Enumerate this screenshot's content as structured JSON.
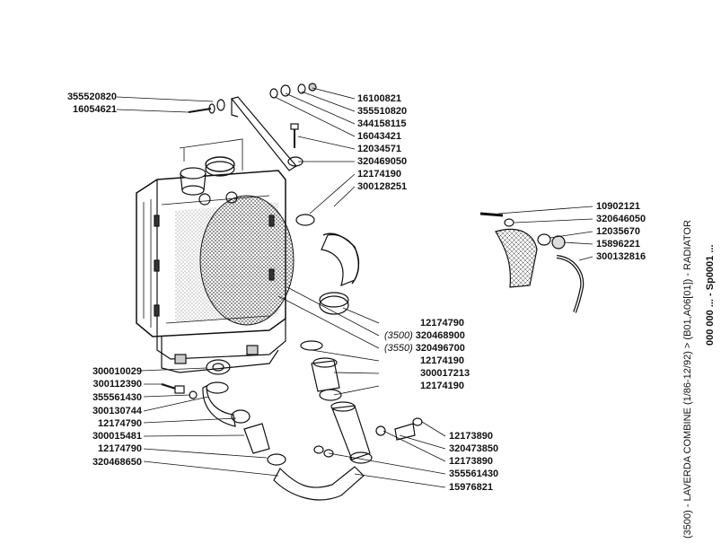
{
  "caption": "(3500) - LAVERDA COMBINE (1/86-12/92) > (B01,A06[01]) - RADIATOR",
  "caption_cut": "000 000 ... - Sp0001 ...",
  "left_labels": [
    "355520820",
    "16054621",
    "300010029",
    "300112390",
    "355561430",
    "300130744",
    "12174790",
    "300015481",
    "12174790",
    "320468650"
  ],
  "right_labels": [
    "16100821",
    "355510820",
    "344158115",
    "16043421",
    "12034571",
    "320469050",
    "12174190",
    "300128251",
    "12174790",
    "320468900",
    "320496700",
    "12174190",
    "300017213",
    "12174190",
    "12173890",
    "320473850",
    "12173890",
    "355561430",
    "15976821"
  ],
  "variants": [
    "(3500)",
    "(3550)"
  ],
  "detail_labels": [
    "10902121",
    "320646050",
    "12035670",
    "15896221",
    "300132816"
  ]
}
